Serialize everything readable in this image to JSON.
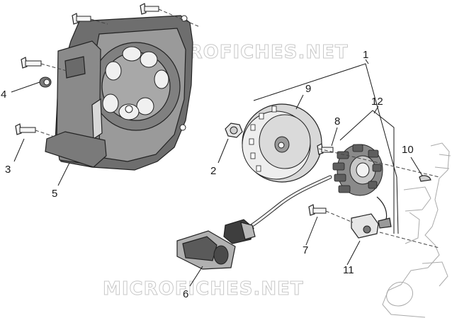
{
  "watermark": {
    "top": "MICROFICHES.NET",
    "bottom": "MICROFICHES.NET"
  },
  "callouts": {
    "c1": "1",
    "c2": "2",
    "c3": "3",
    "c4": "4",
    "c5": "5",
    "c6": "6",
    "c7": "7",
    "c8": "8",
    "c9": "9",
    "c10": "10",
    "c11": "11",
    "c12": "12"
  },
  "colors": {
    "cover_dark": "#6e6e6e",
    "cover_mid": "#9a9a9a",
    "part_light": "#d4d4d4",
    "outline": "#222222"
  }
}
